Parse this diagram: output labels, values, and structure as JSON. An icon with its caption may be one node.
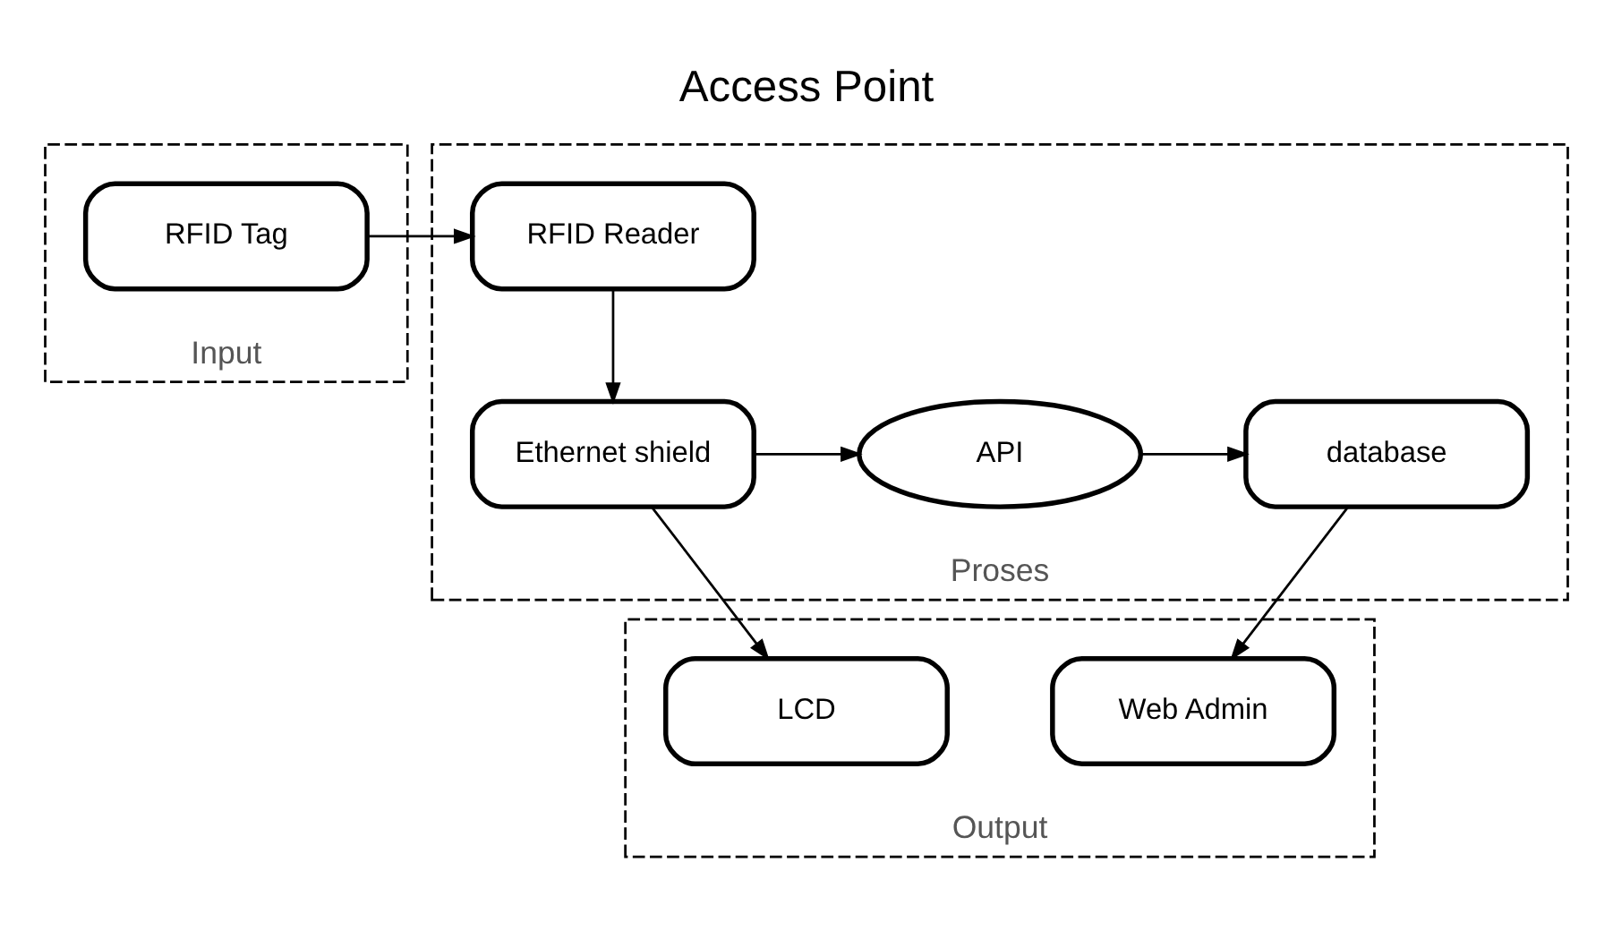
{
  "diagram": {
    "title": "Access Point",
    "nodes": [
      {
        "text": [
          "Input"
        ]
      },
      {
        "text": [
          "RFID Tag"
        ],
        "in": 0
      },
      {
        "text": [
          "Proses"
        ]
      },
      {
        "text": [
          "RFID Reader"
        ],
        "in": 2
      },
      {
        "text": [
          "Ethernet shield"
        ],
        "in": 2
      },
      {
        "text": [
          "API"
        ],
        "in": 2
      },
      {
        "text": [
          "database"
        ],
        "in": 2
      },
      {
        "text": [
          "Output"
        ]
      },
      {
        "text": [
          "LCD"
        ],
        "in": 7
      },
      {
        "text": [
          "Web Admin"
        ],
        "in": 7
      }
    ],
    "edges": [
      {
        "from": 1,
        "to": 3,
        "arrow": "to"
      },
      {
        "from": 3,
        "to": 4,
        "arrow": "to"
      },
      {
        "from": 4,
        "to": 5,
        "arrow": "to"
      },
      {
        "from": 5,
        "to": 6,
        "arrow": "to"
      },
      {
        "from": 4,
        "to": 8,
        "arrow": "to"
      },
      {
        "from": 6,
        "to": 9,
        "arrow": "to"
      }
    ]
  }
}
